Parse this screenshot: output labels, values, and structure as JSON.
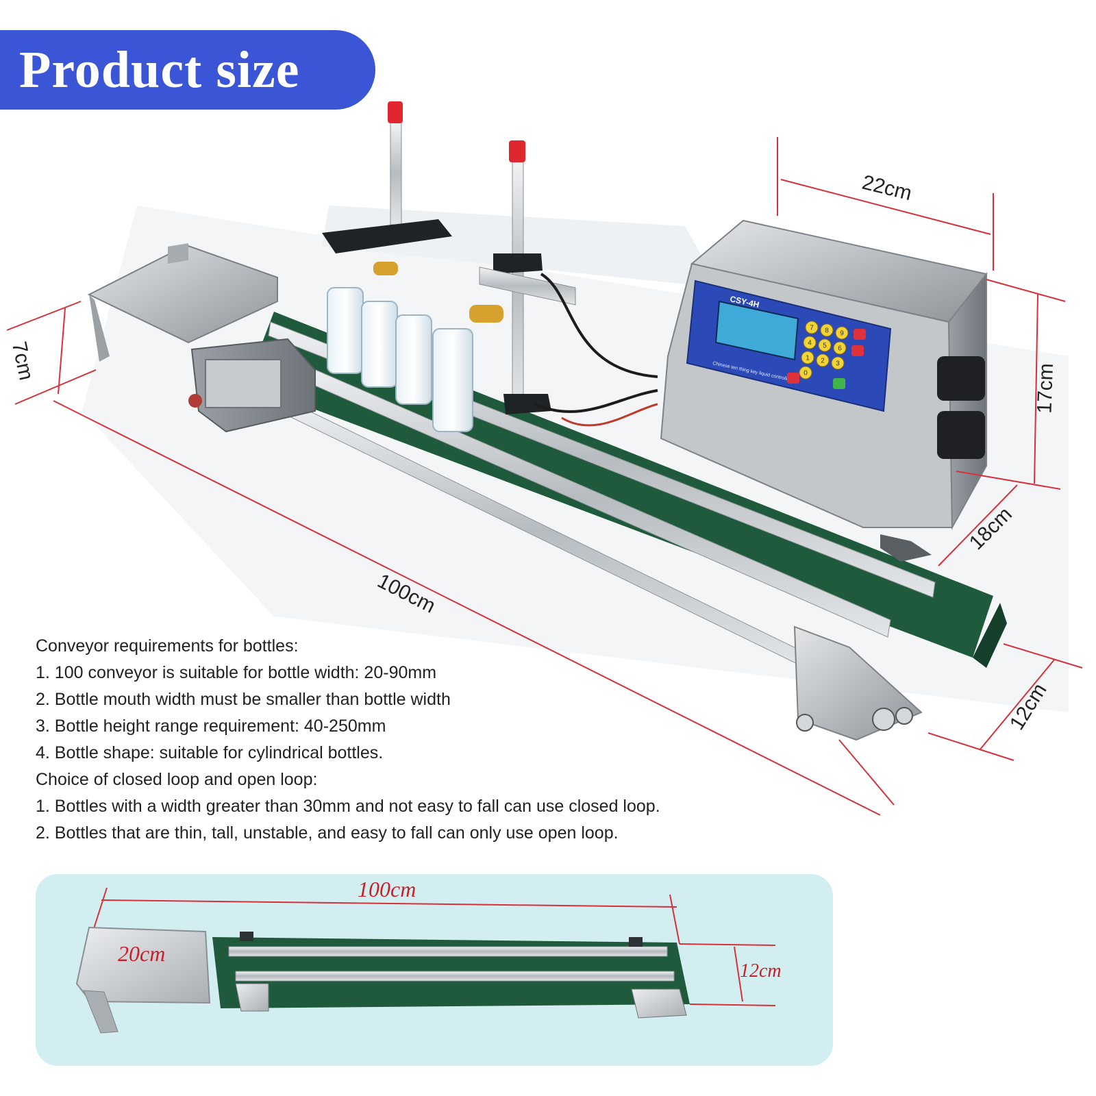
{
  "header": {
    "title": "Product size"
  },
  "machine": {
    "panel_model": "CSY-4H",
    "panel_subtitle": "Chinese ten thing key liquid controller",
    "keypad_labels": [
      "7",
      "8",
      "9",
      "4",
      "5",
      "6",
      "1",
      "2",
      "3",
      "0"
    ]
  },
  "dimensions": {
    "width_22": "22cm",
    "height_17": "17cm",
    "depth_18": "18cm",
    "belt_width_12": "12cm",
    "hopper_height_7": "7cm",
    "conveyor_length_100": "100cm"
  },
  "notes": {
    "lines": [
      "Conveyor requirements for bottles:",
      "1. 100 conveyor is suitable for bottle width: 20-90mm",
      "2. Bottle mouth width must be smaller than bottle width",
      "3. Bottle height range requirement: 40-250mm",
      "4. Bottle shape: suitable for cylindrical bottles.",
      "Choice of closed loop and open loop:",
      "1. Bottles with a width greater than 30mm and not easy to fall can use closed loop.",
      "2. Bottles that are thin, tall, unstable, and easy to fall can only use open loop."
    ]
  },
  "bottom_diagram": {
    "length_label": "100cm",
    "hopper_label": "20cm",
    "width_label": "12cm"
  },
  "colors": {
    "title_bg": "#3a55d6",
    "dimension_line": "#d6303a",
    "belt_green": "#1f5a3c",
    "panel_blue": "#2b4ab8",
    "bottom_bg": "#d3eef1"
  }
}
